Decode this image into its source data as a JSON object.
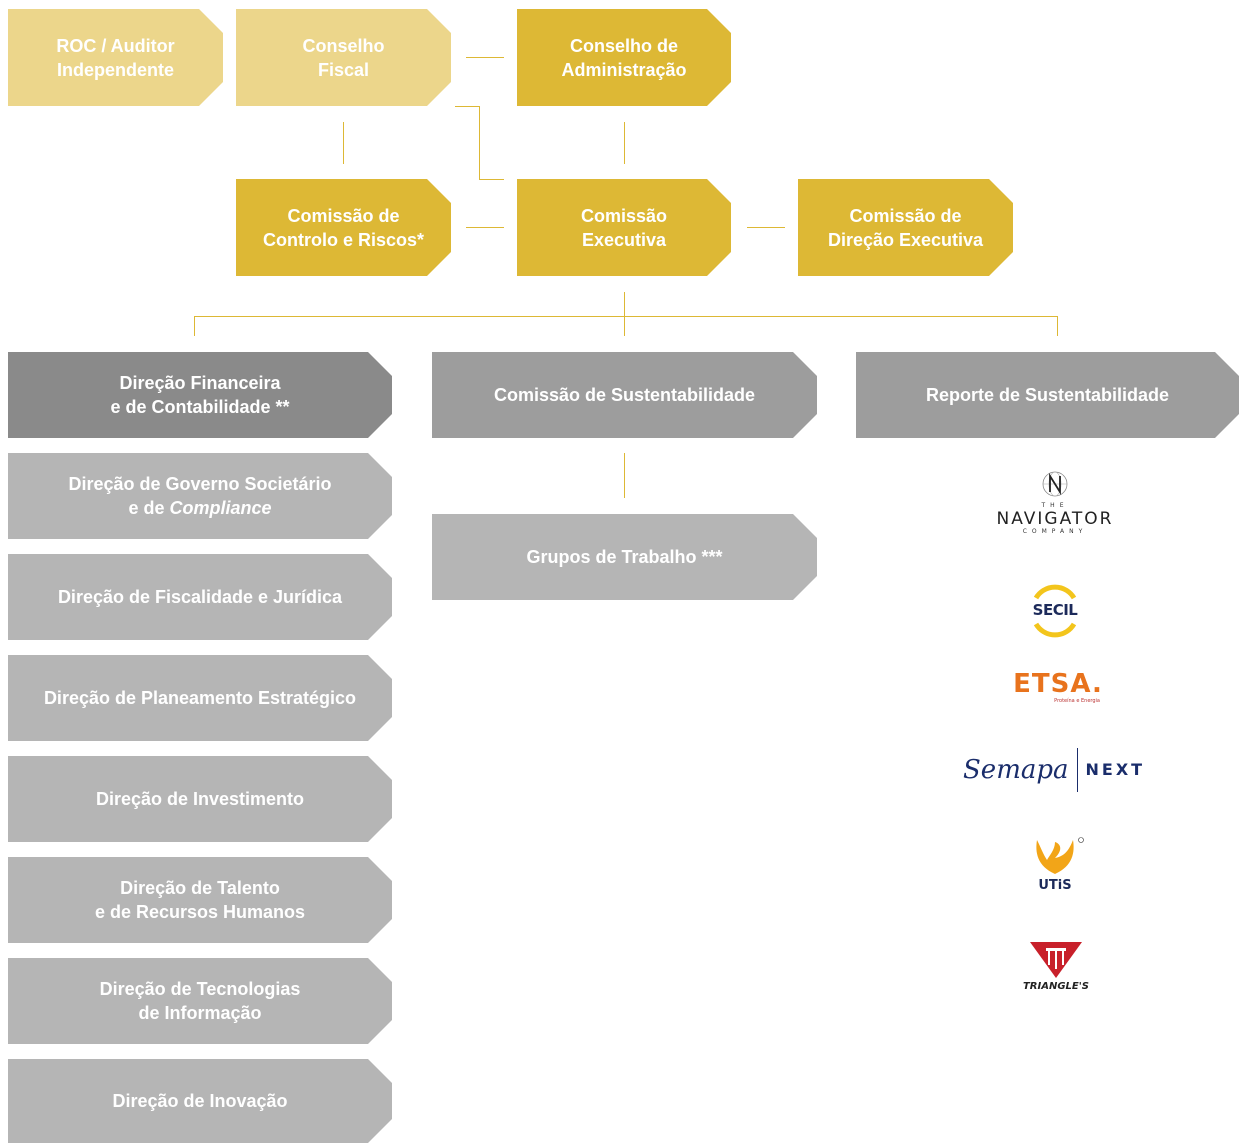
{
  "colors": {
    "gold": "#ddb835",
    "light_gold": "#ecd68b",
    "dark_gray": "#8a8a8a",
    "mid_gray": "#9d9d9d",
    "light_gray": "#b5b5b5"
  },
  "top_row": {
    "roc": "ROC / Auditor\nIndependente",
    "conselho_fiscal": "Conselho\nFiscal",
    "conselho_admin": "Conselho de\nAdministração"
  },
  "second_row": {
    "controlo_riscos": "Comissão de\nControlo e Riscos*",
    "executiva": "Comissão\nExecutiva",
    "direcao_executiva": "Comissão de\nDireção Executiva"
  },
  "left_column": {
    "financeira": "Direção Financeira\ne de Contabilidade **",
    "governo_line1": "Direção de Governo Societário",
    "governo_line2_prefix": "e de ",
    "governo_line2_italic": "Compliance",
    "fiscalidade": "Direção de Fiscalidade e Jurídica",
    "planeamento": "Direção de Planeamento Estratégico",
    "investimento": "Direção de Investimento",
    "talento": "Direção de Talento\ne de Recursos Humanos",
    "tecnologias": "Direção de Tecnologias\nde Informação",
    "inovacao": "Direção de Inovação"
  },
  "middle_column": {
    "sustentabilidade": "Comissão de Sustentabilidade",
    "grupos": "Grupos de Trabalho ***"
  },
  "right_column": {
    "reporte": "Reporte de Sustentabilidade"
  },
  "logos": {
    "navigator": {
      "the": "THE",
      "name": "NAVIGATOR",
      "company": "COMPANY",
      "icon": "navigator-n-globe-icon"
    },
    "secil": {
      "name": "SECIL",
      "icon": "secil-ring-icon"
    },
    "etsa": {
      "name": "ETSA.",
      "tagline": "Proteína e Energia"
    },
    "semapa_next": {
      "name": "Semapa",
      "next": "NEXT"
    },
    "utis": {
      "name": "UTiS",
      "icon": "utis-flame-icon"
    },
    "triangles": {
      "name": "TRIANGLE'S",
      "icon": "triangles-emblem-icon"
    }
  }
}
